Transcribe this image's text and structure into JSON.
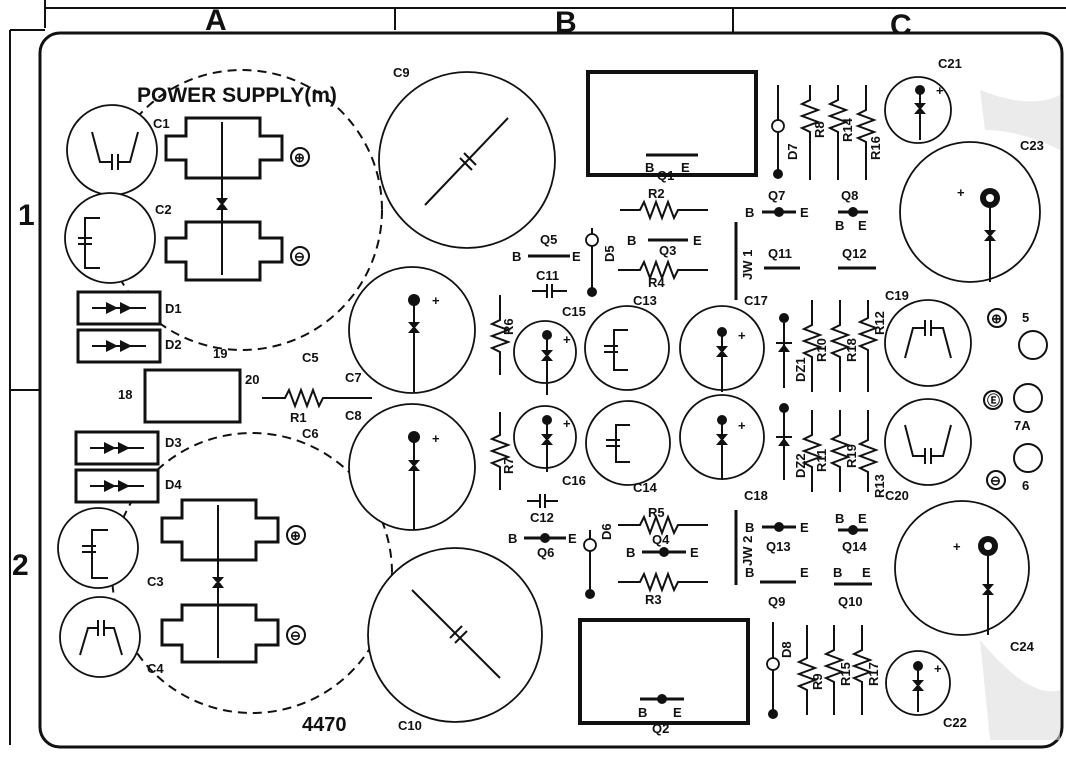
{
  "columns": [
    "A",
    "B",
    "C"
  ],
  "rows": [
    "1",
    "2"
  ],
  "title": "POWER SUPPLY(m)",
  "board_number": "4470",
  "pins": {
    "p19": "19",
    "p20": "20",
    "p18": "18",
    "p5": "5",
    "p7a": "7A",
    "p6": "6"
  },
  "terminals": {
    "plus": "⊕",
    "minus": "⊖",
    "e": "Ⓔ"
  },
  "components": {
    "C1": "C1",
    "C2": "C2",
    "C3": "C3",
    "C4": "C4",
    "C5": "C5",
    "C6": "C6",
    "C7": "C7",
    "C8": "C8",
    "C9": "C9",
    "C10": "C10",
    "C11": "C11",
    "C12": "C12",
    "C13": "C13",
    "C14": "C14",
    "C15": "C15",
    "C16": "C16",
    "C17": "C17",
    "C18": "C18",
    "C19": "C19",
    "C20": "C20",
    "C21": "C21",
    "C22": "C22",
    "C23": "C23",
    "C24": "C24",
    "D1": "D1",
    "D2": "D2",
    "D3": "D3",
    "D4": "D4",
    "D5": "D5",
    "D6": "D6",
    "D7": "D7",
    "D8": "D8",
    "DZ1": "DZ1",
    "DZ2": "DZ2",
    "R1": "R1",
    "R2": "R2",
    "R3": "R3",
    "R4": "R4",
    "R5": "R5",
    "R6": "R6",
    "R7": "R7",
    "R8": "R8",
    "R9": "R9",
    "R10": "R10",
    "R11": "R11",
    "R12": "R12",
    "R13": "R13",
    "R14": "R14",
    "R15": "R15",
    "R16": "R16",
    "R17": "R17",
    "R18": "R18",
    "R19": "R19",
    "Q1": "Q1",
    "Q2": "Q2",
    "Q3": "Q3",
    "Q4": "Q4",
    "Q5": "Q5",
    "Q6": "Q6",
    "Q7": "Q7",
    "Q8": "Q8",
    "Q9": "Q9",
    "Q10": "Q10",
    "Q11": "Q11",
    "Q12": "Q12",
    "Q13": "Q13",
    "Q14": "Q14",
    "JW1": "JW 1",
    "JW2": "JW 2"
  },
  "transistor_pins": {
    "b": "B",
    "e": "E"
  }
}
